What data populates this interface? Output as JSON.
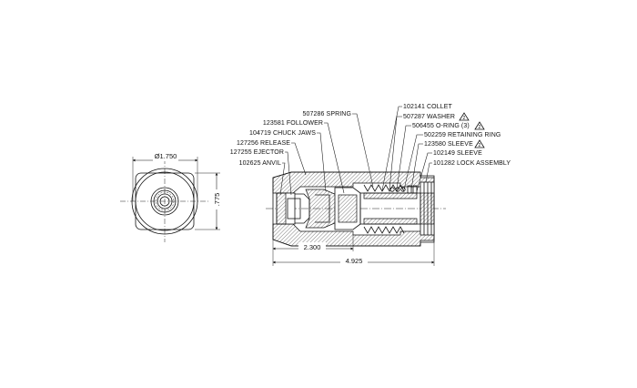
{
  "end_view": {
    "diameter_label": "Ø1.750",
    "height_label": ".775"
  },
  "dimensions": {
    "inner_length": "2.300",
    "overall_length": "4.925"
  },
  "callouts": [
    {
      "text": "102141 COLLET",
      "warning": false
    },
    {
      "text": "507287 WASHER",
      "warning": true
    },
    {
      "text": "506455 O-RING (3)",
      "warning": true
    },
    {
      "text": "502259 RETAINING RING",
      "warning": false
    },
    {
      "text": "123580 SLEEVE",
      "warning": true
    },
    {
      "text": "102149 SLEEVE",
      "warning": false
    },
    {
      "text": "101282 LOCK ASSEMBLY",
      "warning": false
    },
    {
      "text": "507286 SPRING",
      "warning": false
    },
    {
      "text": "123581 FOLLOWER",
      "warning": false
    },
    {
      "text": "104719 CHUCK JAWS",
      "warning": false
    },
    {
      "text": "127256 RELEASE",
      "warning": false
    },
    {
      "text": "127255 EJECTOR",
      "warning": false
    },
    {
      "text": "102625 ANVIL",
      "warning": false
    }
  ],
  "warning_symbol": "2"
}
